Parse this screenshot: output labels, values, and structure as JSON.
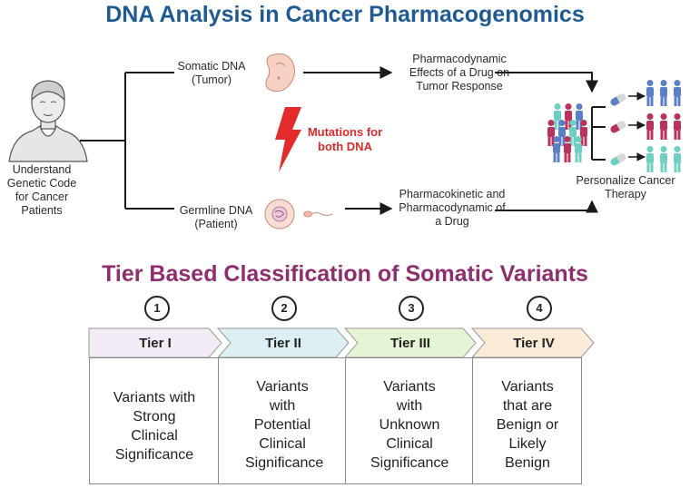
{
  "header": {
    "title": "DNA Analysis in Cancer Pharmacogenomics"
  },
  "flow": {
    "patient_label": "Understand Genetic Code for Cancer Patients",
    "somatic_label": "Somatic DNA (Tumor)",
    "germline_label": "Germline DNA (Patient)",
    "mutations_label": "Mutations for both DNA",
    "pd_effects_label": "Pharmacodynamic Effects of a Drug on Tumor Response",
    "pk_pd_label": "Pharmacokinetic and Pharmacodynamic of a Drug",
    "therapy_label": "Personalize Cancer Therapy"
  },
  "classification": {
    "title": "Tier Based Classification of Somatic Variants",
    "tiers": [
      {
        "number": "1",
        "label": "Tier I",
        "description": "Variants with Strong Clinical Significance",
        "color": "#f3ecf7"
      },
      {
        "number": "2",
        "label": "Tier II",
        "description": "Variants with Potential Clinical Significance",
        "color": "#dcf0f4"
      },
      {
        "number": "3",
        "label": "Tier III",
        "description": "Variants with Unknown Clinical Significance",
        "color": "#e6f4d6"
      },
      {
        "number": "4",
        "label": "Tier IV",
        "description": "Variants that are Benign or Likely Benign",
        "color": "#fbebd9"
      }
    ]
  },
  "colors": {
    "title_blue": "#1f5a93",
    "title_purple": "#8e2e6e",
    "mutation_red": "#d92b2b",
    "person_blue": "#5b7fc7",
    "person_crimson": "#b8325a",
    "person_teal": "#6fcfc3"
  }
}
